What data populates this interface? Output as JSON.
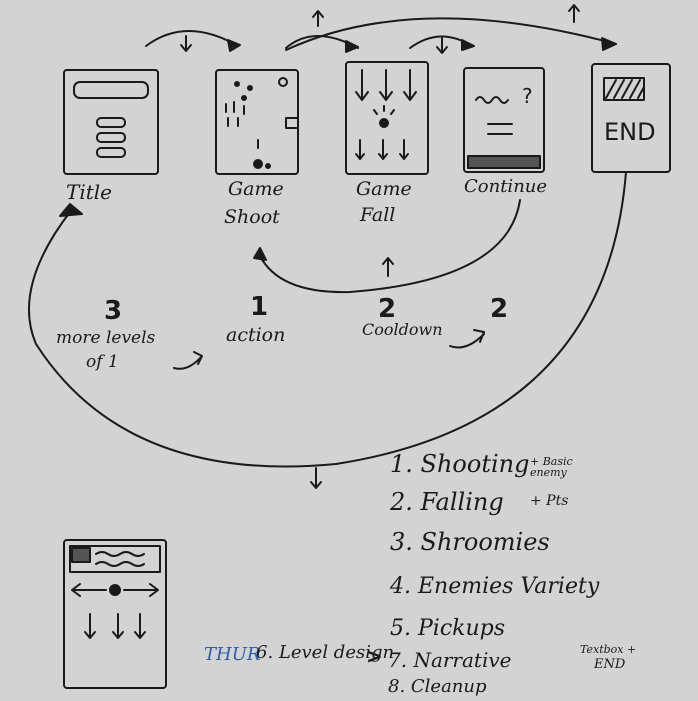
{
  "screens": [
    {
      "id": "title",
      "label": "Title"
    },
    {
      "id": "shoot",
      "label_line1": "Game",
      "label_line2": "Shoot"
    },
    {
      "id": "fall",
      "label_line1": "Game",
      "label_line2": "Fall"
    },
    {
      "id": "continue",
      "label": "Continue"
    },
    {
      "id": "end",
      "label": "END",
      "screen_text": "END"
    }
  ],
  "continue_screen_mark": "?",
  "flow_steps": [
    {
      "number": "3",
      "text_line1": "more levels",
      "text_line2": "of 1"
    },
    {
      "number": "1",
      "text": "action"
    },
    {
      "number": "2",
      "text": "Cooldown"
    },
    {
      "number": "2",
      "text": ""
    }
  ],
  "task_list": [
    {
      "text": "1. Shooting",
      "note": "+ Basic enemy"
    },
    {
      "text": "2. Falling",
      "note": "+ Pts"
    },
    {
      "text": "3. Shroomies",
      "note": ""
    },
    {
      "text": "4. Enemies Variety",
      "note": ""
    },
    {
      "text": "5. Pickups",
      "note": ""
    },
    {
      "text": "6. Level design",
      "prefix": "THUR",
      "prefix_color": "#2a5db0",
      "arrow": ">"
    },
    {
      "text": "7. Narrative",
      "note_line1": "Textbox +",
      "note_line2": "END"
    },
    {
      "text": "8. Cleanup",
      "note": ""
    }
  ],
  "ink_color": "#1a1a1a"
}
